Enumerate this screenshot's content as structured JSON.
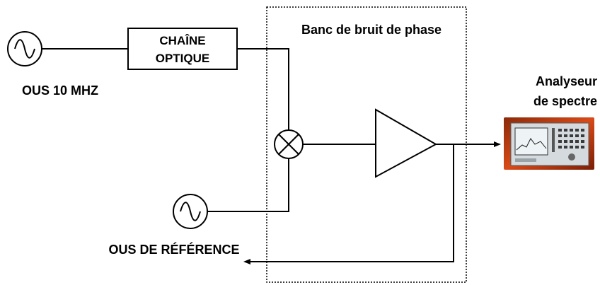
{
  "blocks": {
    "source_label": "OUS 10 MHZ",
    "optical_chain": {
      "line1": "CHAÎNE",
      "line2": "OPTIQUE"
    },
    "bench_title": "Banc de bruit de phase",
    "reference_label": "OUS DE RÉFÉRENCE",
    "analyzer_label": {
      "line1": "Analyseur",
      "line2": "de spectre"
    }
  },
  "icons": {
    "oscillator": "sine-wave-icon",
    "mixer": "mixer-cross-icon",
    "amplifier": "triangle-amplifier-icon",
    "analyzer": "spectrum-analyzer-device-icon"
  },
  "colors": {
    "line": "#000000",
    "background": "#ffffff",
    "analyzer_frame": "#c93a12",
    "analyzer_screen": "#dfe6ea"
  }
}
